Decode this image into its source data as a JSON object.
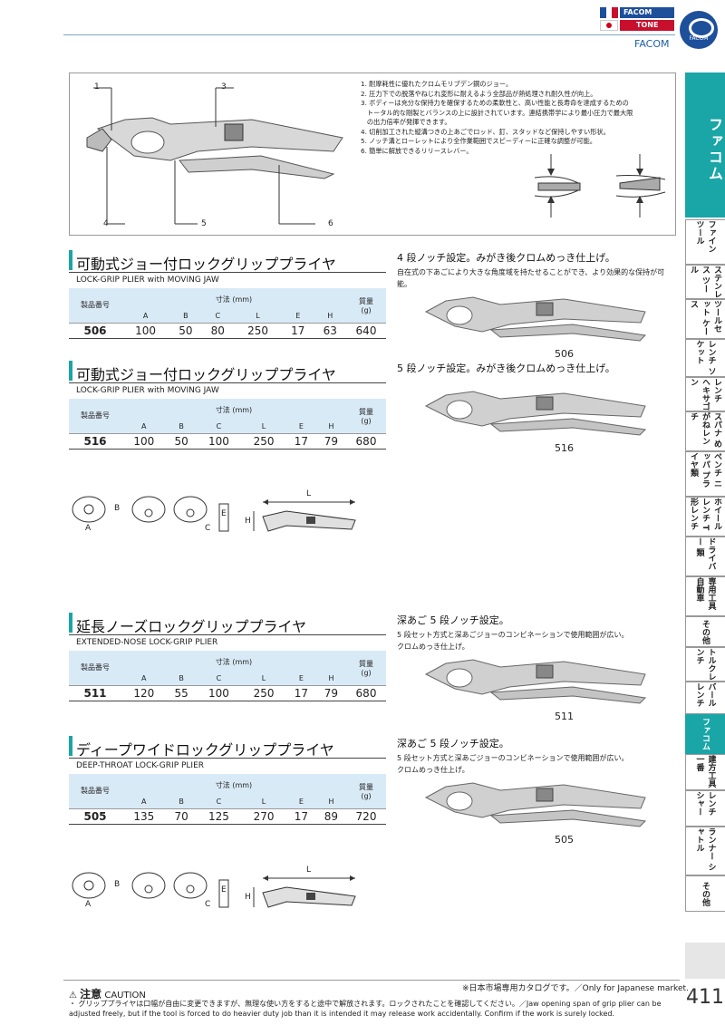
{
  "header": {
    "brand_top": "FACOM",
    "brand_bottom": "TONE",
    "brand_caption": "FACOM",
    "logo_text": "FACOM"
  },
  "side_tabs": {
    "active": "ファコム",
    "items": [
      "ファイン ツール",
      "ステンレス ツール",
      "ツールセット ケース",
      "レンチ ソケット",
      "レンチ ヘキサゴン",
      "スパナ めがねレンチ",
      "ペンチ ニッパ プライヤ類",
      "ホイール レンチ T形レンチ",
      "ドライバー 類",
      "専用工具 自動車",
      "その他",
      "トルクレンチ",
      "バール レンチ",
      "ファコム",
      "建方工具 一番",
      "レンチ シャー",
      "ランナー シャトル",
      "その他"
    ]
  },
  "figure": {
    "callouts": [
      "1",
      "3",
      "4",
      "5",
      "6"
    ],
    "notes": [
      "1. 耐摩耗性に優れたクロムモリブデン鋼のジョー。",
      "2. 圧力下での脱落やねじれ変形に耐えるよう全部品が熱処理され耐久性が向上。",
      "3. ボディーは充分な保持力を確保するための柔軟性と、高い性能と長寿命を達成するための",
      "   トータル的な剛製とバランスの上に設計されています。連結携帯学により最小圧力で最大限",
      "   の出力倍率が発揮できます。",
      "4. 切削加工された縦溝つきの上あごでロッド、釘、スタッドなど保持しやすい形状。",
      "5. ノッチ溝とローレットにより全作業範囲でスピーディーに正確な調整が可能。",
      "6. 簡単に解放できるリリースレバー。"
    ]
  },
  "table_headers": {
    "model": "製品番号",
    "dims": "寸法 (mm)",
    "weight": "質量\n(g)",
    "cols": [
      "A",
      "B",
      "C",
      "L",
      "E",
      "H"
    ]
  },
  "products": [
    {
      "title": "可動式ジョー付ロックグリッププライヤ",
      "subtitle": "LOCK-GRIP PLIER with MOVING JAW",
      "model": "506",
      "values": [
        "100",
        "50",
        "80",
        "250",
        "17",
        "63",
        "640"
      ],
      "desc_head": "4 段ノッチ設定。みがき後クロムめっき仕上げ。",
      "desc": "自在式の下あごにより大きな角度域を持たせることができ、より効果的な保持が可能。",
      "image_label": "506"
    },
    {
      "title": "可動式ジョー付ロックグリッププライヤ",
      "subtitle": "LOCK-GRIP PLIER with MOVING JAW",
      "model": "516",
      "values": [
        "100",
        "50",
        "100",
        "250",
        "17",
        "79",
        "680"
      ],
      "desc_head": "5 段ノッチ設定。みがき後クロムめっき仕上げ。",
      "desc": "",
      "image_label": "516"
    },
    {
      "title": "延長ノーズロックグリッププライヤ",
      "subtitle": "EXTENDED-NOSE LOCK-GRIP PLIER",
      "model": "511",
      "values": [
        "120",
        "55",
        "100",
        "250",
        "17",
        "79",
        "680"
      ],
      "desc_head": "深あご 5 段ノッチ設定。",
      "desc": "5 段セット方式と深あごジョーのコンビネーションで使用範囲が広い。\nクロムめっき仕上げ。",
      "image_label": "511"
    },
    {
      "title": "ディープワイドロックグリッププライヤ",
      "subtitle": "DEEP-THROAT LOCK-GRIP PLIER",
      "model": "505",
      "values": [
        "135",
        "70",
        "125",
        "270",
        "17",
        "89",
        "720"
      ],
      "desc_head": "深あご 5 段ノッチ設定。",
      "desc": "5 段セット方式と深あごジョーのコンビネーションで使用範囲が広い。\nクロムめっき仕上げ。",
      "image_label": "505"
    }
  ],
  "dim_diagram": {
    "labels": [
      "A",
      "B",
      "C",
      "E",
      "L",
      "H"
    ]
  },
  "footer": {
    "caution_jp": "注意",
    "caution_en": "CAUTION",
    "jp_only": "※日本市場専用カタログです。／Only for Japanese market.",
    "caution_text": "・ グリッププライヤは口幅が自由に変更できますが、無理な使い方をすると途中で解放されます。ロックされたことを確認してください。／Jaw opening span of grip plier can be adjusted freely, but if the tool is forced to do heavier duty job than it is intended it may release work accidentally. Confirm if the work is surely locked.",
    "page_number": "411"
  },
  "colors": {
    "accent": "#1aa5a7",
    "table_header": "#d9eaf7",
    "brand_blue": "#1d4f9a",
    "brand_red": "#c8102e"
  }
}
